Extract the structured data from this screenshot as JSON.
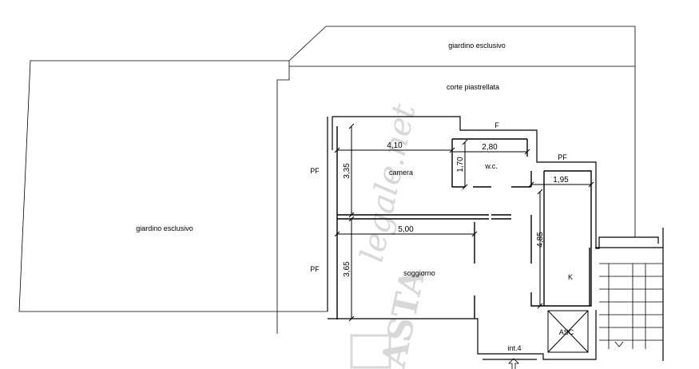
{
  "labels": {
    "garden_top": "giardino esclusivo",
    "garden_left": "giardino esclusivo",
    "courtyard": "corte piastrellata",
    "bedroom": "camera",
    "living": "soggiorno",
    "bathroom": "w.c.",
    "kitchen": "K",
    "elevator": "ASC",
    "unit": "int.4",
    "window_top": "F",
    "pf_bedroom": "PF",
    "pf_living": "PF",
    "pf_kitchen": "PF"
  },
  "dimensions": {
    "bedroom_width": "4,10",
    "bath_width": "2,80",
    "bath_depth": "1,70",
    "bedroom_depth": "3,35",
    "kitchen_width": "1,95",
    "kitchen_depth": "4,85",
    "living_width": "5,00",
    "living_depth": "3,65"
  },
  "watermark": {
    "brand": "ASTA",
    "site": "legale.net"
  },
  "colors": {
    "line": "#000000",
    "watermark": "#d8d8d8"
  }
}
